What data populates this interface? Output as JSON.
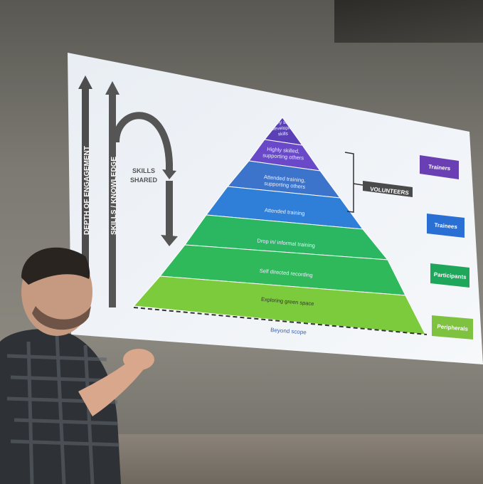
{
  "slide": {
    "depth_label": "DEPTH OF ENGAGEMENT",
    "skills_knowledge_label": "SKILLS / KNOWLEDGE",
    "skills_shared_line1": "SKILLS",
    "skills_shared_line2": "SHARED",
    "pyramid_levels": [
      {
        "lines": [
          "Highly skilled,",
          "developing",
          "skills"
        ],
        "color": "#5a3fb6"
      },
      {
        "lines": [
          "Highly skilled,",
          "supporting others"
        ],
        "color": "#6a49c9"
      },
      {
        "lines": [
          "Attended training,",
          "supporting others"
        ],
        "color": "#3c74cc"
      },
      {
        "lines": [
          "Attended training"
        ],
        "color": "#2f7fd8"
      },
      {
        "lines": [
          "Drop in/ informal training"
        ],
        "color": "#2bb662"
      },
      {
        "lines": [
          "Self directed recording"
        ],
        "color": "#2fb95a"
      },
      {
        "lines": [
          "Exploring green space"
        ],
        "color": "#7ccb3c"
      }
    ],
    "beyond_scope": "Beyond scope",
    "volunteers_label": "VOLUNTEERS",
    "roles": [
      {
        "label": "Trainers",
        "color": "#6a3fb3"
      },
      {
        "label": "Trainees",
        "color": "#2a6fd3"
      },
      {
        "label": "Participants",
        "color": "#1ea65a"
      },
      {
        "label": "Peripherals",
        "color": "#7fc23f"
      }
    ]
  }
}
